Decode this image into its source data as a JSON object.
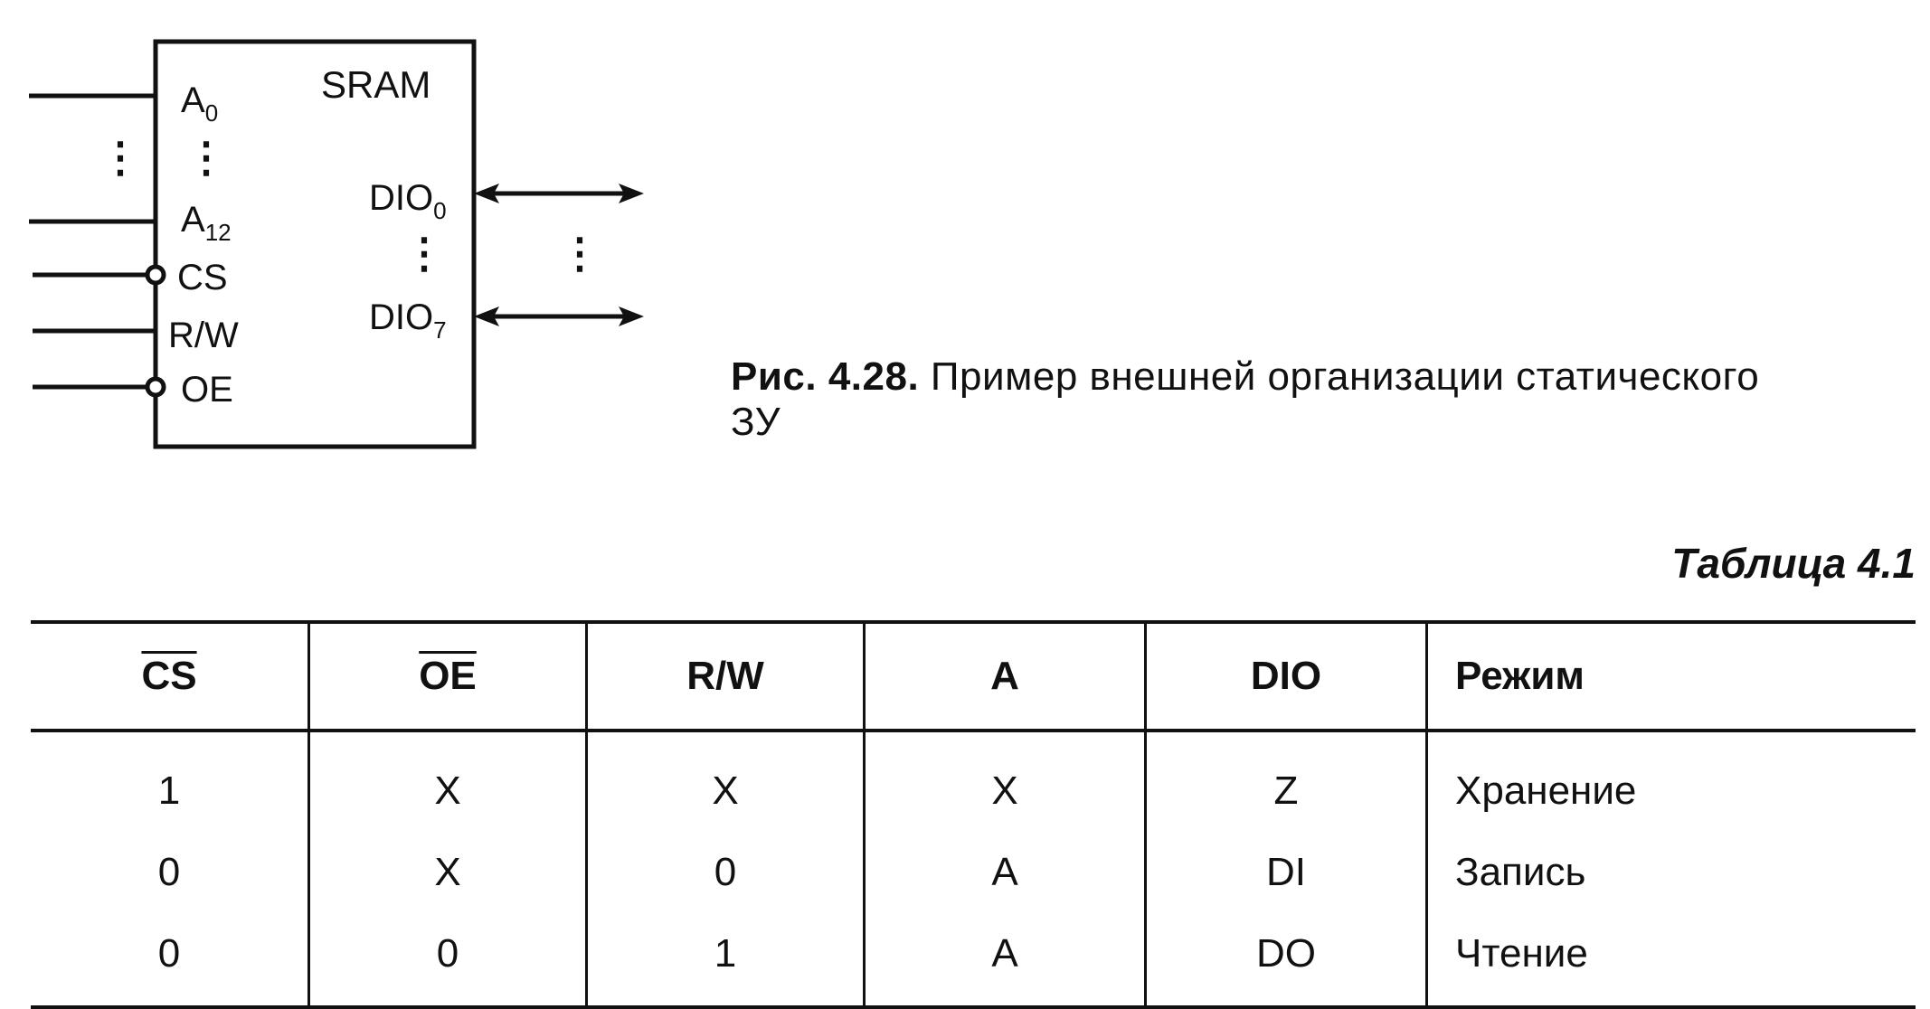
{
  "figure": {
    "chip": {
      "title": "SRAM",
      "left_pins": [
        {
          "base": "A",
          "sub": "0"
        },
        {
          "base": "A",
          "sub": "12"
        },
        {
          "base": "CS",
          "sub": ""
        },
        {
          "base": "R/W",
          "sub": ""
        },
        {
          "base": "OE",
          "sub": ""
        }
      ],
      "right_pins": [
        {
          "base": "DIO",
          "sub": "0"
        },
        {
          "base": "DIO",
          "sub": "7"
        }
      ],
      "ellipsis": "⋮"
    },
    "caption": {
      "number": "Рис. 4.28.",
      "text": "Пример внешней организации статического ЗУ"
    }
  },
  "table": {
    "title": "Таблица 4.1",
    "headers": [
      "CS",
      "OE",
      "R/W",
      "A",
      "DIO",
      "Режим"
    ],
    "rows": [
      [
        "1",
        "X",
        "X",
        "X",
        "Z",
        "Хранение"
      ],
      [
        "0",
        "X",
        "0",
        "A",
        "DI",
        "Запись"
      ],
      [
        "0",
        "0",
        "1",
        "A",
        "DO",
        "Чтение"
      ]
    ]
  }
}
